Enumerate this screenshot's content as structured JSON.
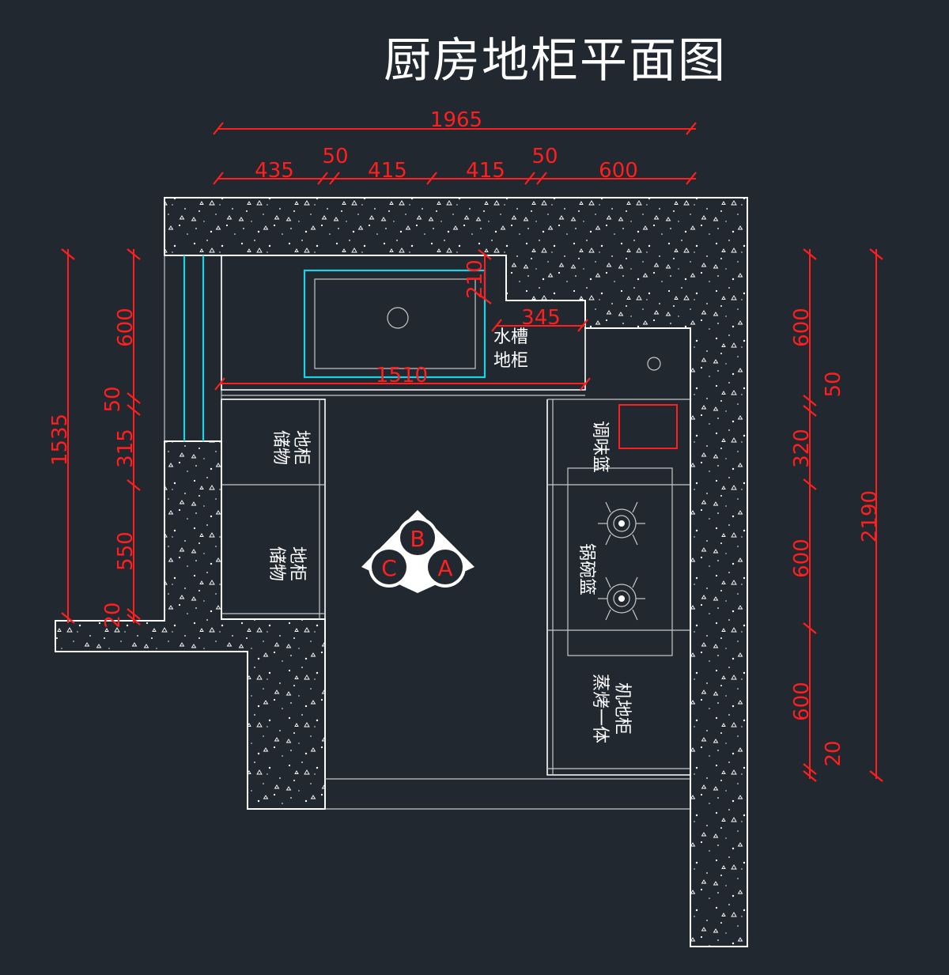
{
  "title": "厨房地柜平面图",
  "colors": {
    "background": "#212830",
    "dimension": "#ff1f1f",
    "outline": "#ffffff",
    "sink": "#19d3e6"
  },
  "dimensions": {
    "top_total": "1965",
    "top_segments": [
      "435",
      "50",
      "415",
      "415",
      "50",
      "600"
    ],
    "left_total": "1535",
    "left_segments": [
      "600",
      "50",
      "315",
      "550",
      "20"
    ],
    "right_total": "2190",
    "right_segments": [
      "600",
      "50",
      "320",
      "600",
      "600",
      "20"
    ],
    "sink_depth": "210",
    "sink_offset": "345",
    "sink_width": "1510"
  },
  "labels": {
    "sink_cabinet_line1": "水槽",
    "sink_cabinet_line2": "地柜",
    "storage_line1": "储物",
    "storage_line2": "地柜",
    "seasoning_basket": "调味篮",
    "pot_basket": "锅碗篮",
    "oven_line1": "蒸烤一体",
    "oven_line2": "机地柜"
  },
  "work_triangle": [
    "A",
    "B",
    "C"
  ]
}
